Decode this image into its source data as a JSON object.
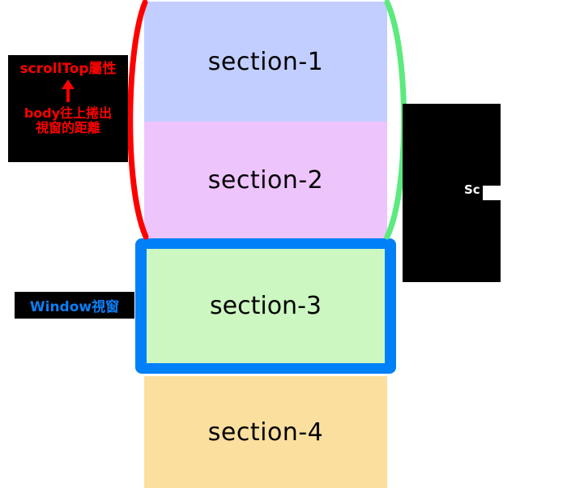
{
  "diagram": {
    "title": "scrollTop / Window viewport diagram",
    "background": "#ffffff"
  },
  "sections": [
    {
      "id": "section-1",
      "label": "section-1",
      "color": "#c2ceff"
    },
    {
      "id": "section-2",
      "label": "section-2",
      "color": "#eec4fd"
    },
    {
      "id": "section-3",
      "label": "section-3",
      "color": "#ccf7c0"
    },
    {
      "id": "section-4",
      "label": "section-4",
      "color": "#fbdf9e"
    }
  ],
  "annotations": {
    "scrolltop": {
      "title": "scrollTop屬性",
      "description": "body往上捲出視窗的距離",
      "description_line1": "body往上捲出",
      "description_line2": "視窗的距離",
      "text_color": "#ff0000",
      "box_color": "#000000",
      "arrow_icon": "up-arrow-icon"
    },
    "window": {
      "label": "Window視窗",
      "text_color": "#0b7ef4",
      "box_color": "#000000",
      "frame_color": "#0080f8"
    },
    "scrollheight": {
      "label": "Sc",
      "text_color": "#ffffff",
      "box_color": "#000000"
    }
  },
  "braces": {
    "left": {
      "name": "left-red-brace",
      "color": "#ff0000"
    },
    "right": {
      "name": "right-green-brace",
      "color": "#5cea7e"
    }
  }
}
